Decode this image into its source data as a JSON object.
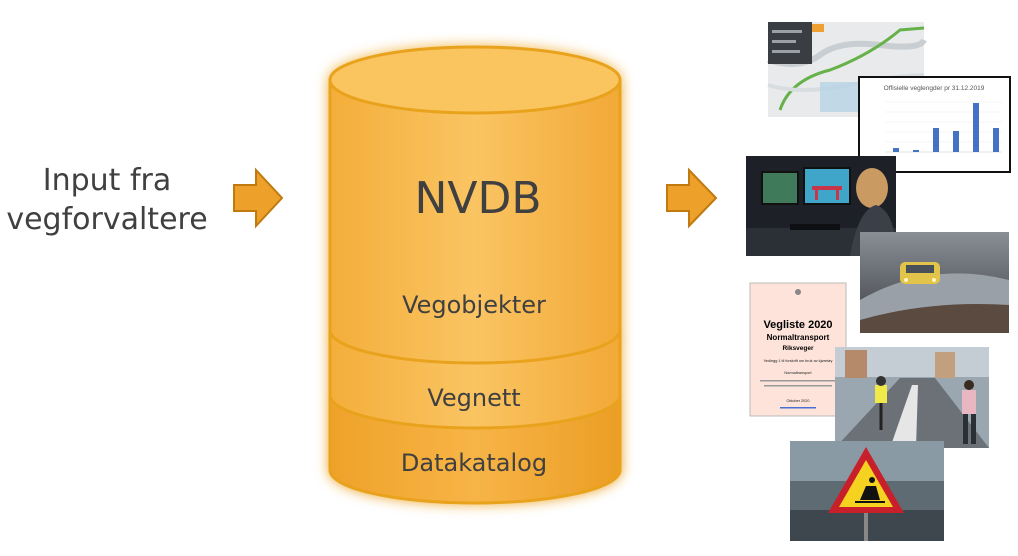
{
  "input_label": {
    "line1": "Input fra",
    "line2": "vegforvaltere"
  },
  "database": {
    "title": "NVDB",
    "layers": [
      "Vegobjekter",
      "Vegnett",
      "Datakatalog"
    ]
  },
  "outputs": {
    "chart_thumbnail": {
      "title": "Offisielle veglengder pr 31.12.2019"
    },
    "document_thumbnail": {
      "title": "Vegliste 2020",
      "subtitle": "Normaltransport",
      "subtitle2": "Riksveger",
      "line1": "Vedlegg 1 til forskrift om bruk av kjøretøy",
      "line2": "Normaltransport",
      "date": "Oktober 2020"
    },
    "images": [
      "map-screenshot",
      "operator-workstation",
      "winter-road-taxi",
      "city-street-cyclists",
      "roadwork-warning-sign"
    ]
  },
  "colors": {
    "cylinder_fill": "#F9BE57",
    "cylinder_stroke": "#E8A21E",
    "arrow_fill": "#EDA02A",
    "arrow_stroke": "#C07A10",
    "text": "#404040"
  }
}
